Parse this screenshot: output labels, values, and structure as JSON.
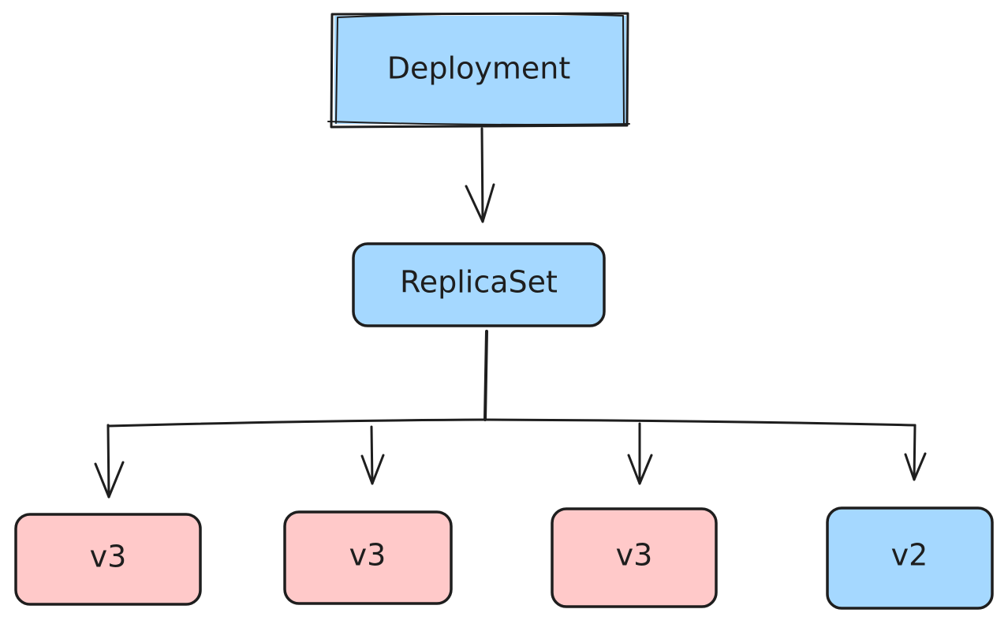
{
  "colors": {
    "blue_fill": "#a5d8ff",
    "pink_fill": "#ffc9c9",
    "ink": "#1e1e1e"
  },
  "deployment": {
    "label": "Deployment"
  },
  "replicaset": {
    "label": "ReplicaSet"
  },
  "pods": [
    {
      "label": "v3"
    },
    {
      "label": "v3"
    },
    {
      "label": "v3"
    },
    {
      "label": "v2"
    }
  ]
}
